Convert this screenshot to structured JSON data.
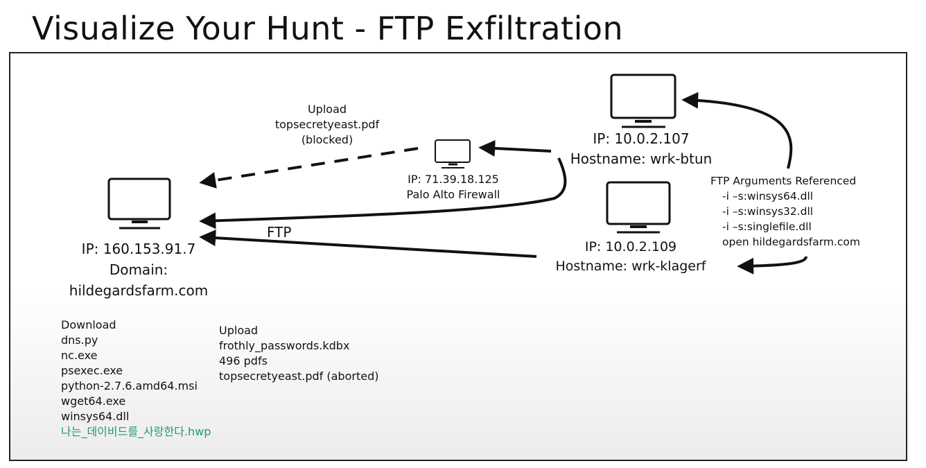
{
  "title": "Visualize Your Hunt - FTP Exfiltration",
  "nodes": {
    "attacker": {
      "ip": "IP: 160.153.91.7",
      "domain_label": "Domain:",
      "domain": "hildegardsfarm.com"
    },
    "firewall": {
      "ip": "IP: 71.39.18.125",
      "name": "Palo Alto Firewall"
    },
    "btun": {
      "ip": "IP: 10.0.2.107",
      "hostname": "Hostname: wrk-btun"
    },
    "klagerf": {
      "ip": "IP: 10.0.2.109",
      "hostname": "Hostname: wrk-klagerf"
    }
  },
  "edges": {
    "blocked_upload": [
      "Upload",
      "topsecretyeast.pdf",
      "(blocked)"
    ],
    "ftp_label": "FTP"
  },
  "ftp_arguments": {
    "heading": "FTP Arguments Referenced",
    "items": [
      "-i –s:winsys64.dll",
      "-i –s:winsys32.dll",
      "-i –s:singlefile.dll",
      "open hildegardsfarm.com"
    ]
  },
  "download": {
    "heading": "Download",
    "items": [
      "dns.py",
      "nc.exe",
      "psexec.exe",
      "python-2.7.6.amd64.msi",
      "wget64.exe",
      "winsys64.dll"
    ],
    "highlight": "나는_데이비드를_사랑한다.hwp"
  },
  "upload": {
    "heading": "Upload",
    "items": [
      "frothly_passwords.kdbx",
      "496 pdfs",
      "topsecretyeast.pdf (aborted)"
    ]
  },
  "colors": {
    "highlight": "#1f9a78",
    "stroke": "#111111"
  }
}
